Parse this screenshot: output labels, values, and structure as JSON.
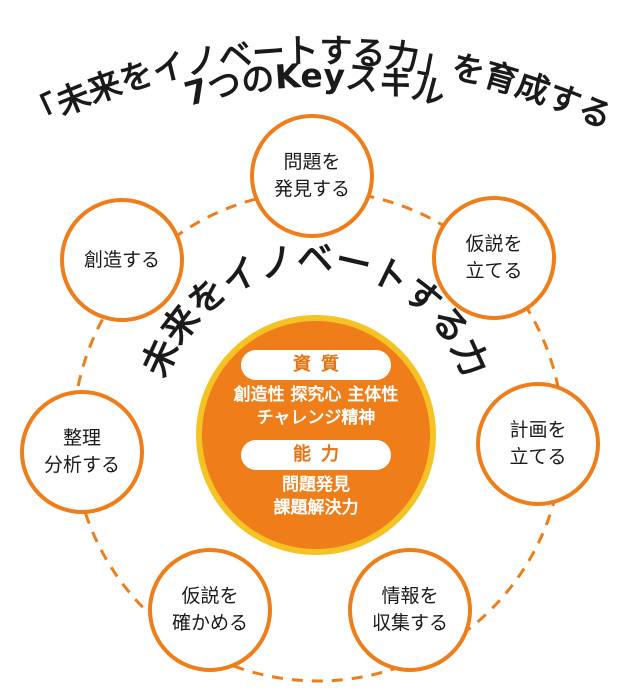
{
  "title": {
    "line1": "「未来をイノベートする力」を育成する",
    "line2": "7つのKeyスキル"
  },
  "arc_label": "未来をイノベートする力",
  "core": {
    "qualities_label": "資質",
    "qualities_lines": [
      "創造性 探究心 主体性",
      "チャレンジ精神"
    ],
    "abilities_label": "能力",
    "abilities_lines": [
      "問題発見",
      "課題解決力"
    ]
  },
  "skills": [
    {
      "lines": [
        "問題を",
        "発見する"
      ]
    },
    {
      "lines": [
        "仮説を",
        "立てる"
      ]
    },
    {
      "lines": [
        "計画を",
        "立てる"
      ]
    },
    {
      "lines": [
        "情報を",
        "収集する"
      ]
    },
    {
      "lines": [
        "仮説を",
        "確かめる"
      ]
    },
    {
      "lines": [
        "整理",
        "分析する"
      ]
    },
    {
      "lines": [
        "創造する"
      ]
    }
  ],
  "colors": {
    "accent": "#ee7d1a",
    "core_fill": "#ee7d1a",
    "core_ring": "#f6c325",
    "text": "#1a1a1a"
  }
}
